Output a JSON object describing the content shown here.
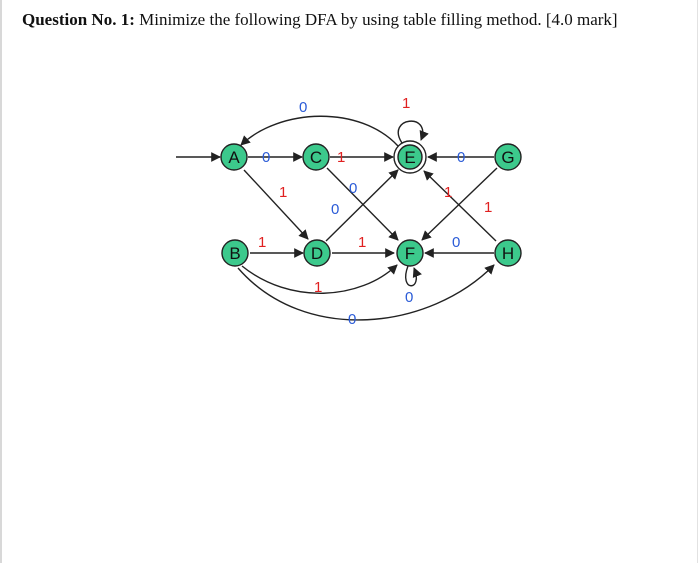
{
  "question": {
    "number_label": "Question No. 1:",
    "text": " Minimize the following DFA by using table filling method. [4.0 mark]"
  },
  "diagram": {
    "state_fill": "#3cc98c",
    "edge_color": "#222222",
    "label_color_red": "#e02020",
    "label_color_blue": "#2a5bd7",
    "start_state": "A",
    "final_states": [
      "E"
    ],
    "states": [
      {
        "id": "A",
        "label": "A"
      },
      {
        "id": "B",
        "label": "B"
      },
      {
        "id": "C",
        "label": "C"
      },
      {
        "id": "D",
        "label": "D"
      },
      {
        "id": "E",
        "label": "E"
      },
      {
        "id": "F",
        "label": "F"
      },
      {
        "id": "G",
        "label": "G"
      },
      {
        "id": "H",
        "label": "H"
      }
    ],
    "transitions": [
      {
        "from": "A",
        "to": "C",
        "symbol": "0"
      },
      {
        "from": "A",
        "to": "D",
        "symbol": "1"
      },
      {
        "from": "B",
        "to": "D",
        "symbol": "1"
      },
      {
        "from": "B",
        "to": "F",
        "symbol": "1"
      },
      {
        "from": "B",
        "to": "H",
        "symbol": "0"
      },
      {
        "from": "C",
        "to": "E",
        "symbol": "1"
      },
      {
        "from": "C",
        "to": "F",
        "symbol": "0"
      },
      {
        "from": "D",
        "to": "E",
        "symbol": "0"
      },
      {
        "from": "D",
        "to": "F",
        "symbol": "1"
      },
      {
        "from": "E",
        "to": "A",
        "symbol": "0"
      },
      {
        "from": "E",
        "to": "E",
        "symbol": "1"
      },
      {
        "from": "F",
        "to": "F",
        "symbol": "0"
      },
      {
        "from": "G",
        "to": "E",
        "symbol": "0"
      },
      {
        "from": "G",
        "to": "F",
        "symbol": "1"
      },
      {
        "from": "H",
        "to": "E",
        "symbol": "1"
      },
      {
        "from": "H",
        "to": "F",
        "symbol": "0"
      }
    ]
  }
}
